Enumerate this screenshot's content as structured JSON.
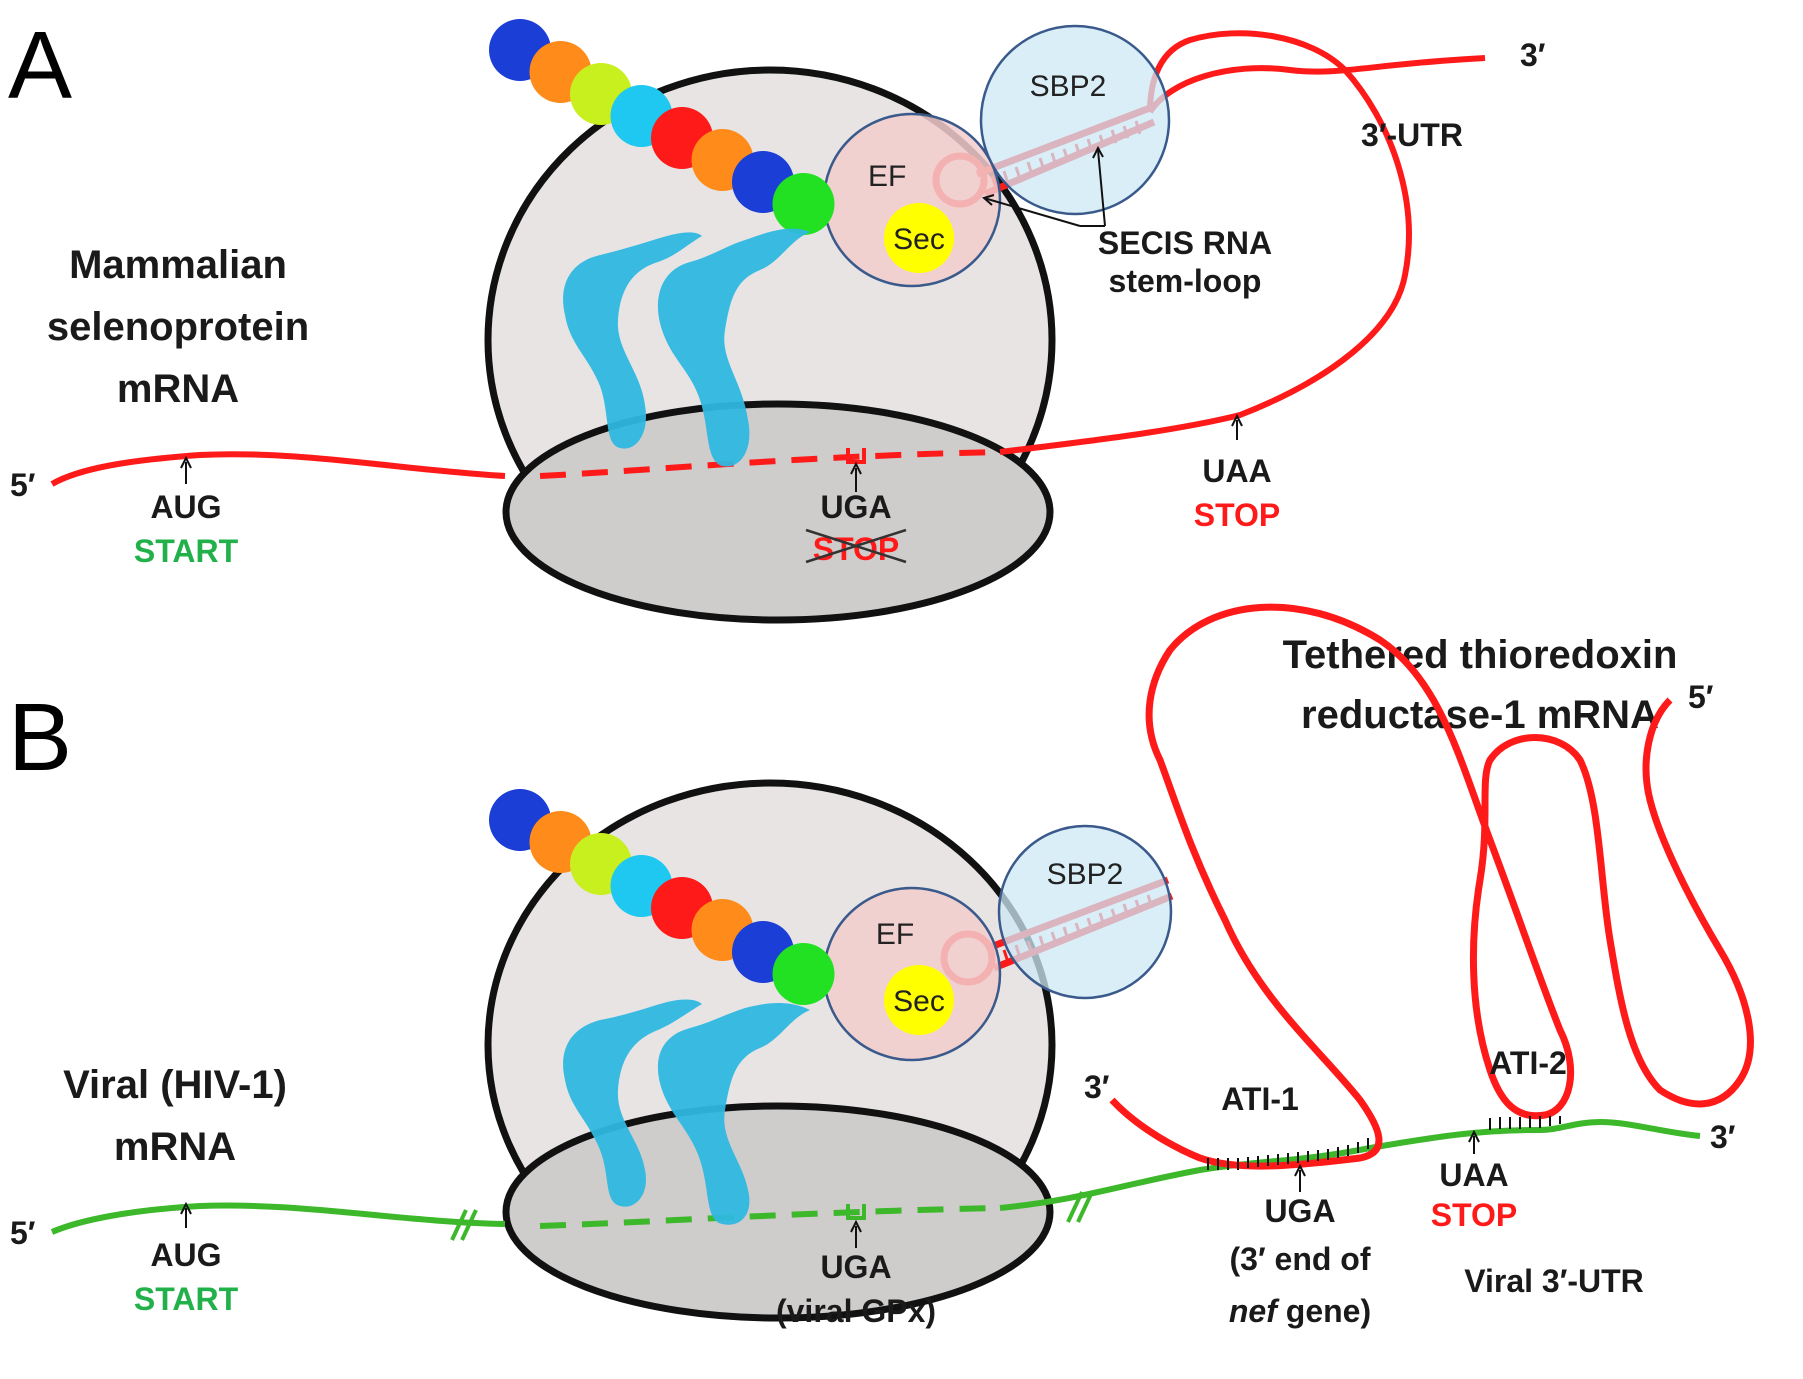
{
  "panel_a": {
    "letter": "A",
    "title_lines": [
      "Mammalian",
      "selenoprotein",
      "mRNA"
    ],
    "five_prime": "5′",
    "three_prime": "3′",
    "start_codon": "AUG",
    "start_label": "START",
    "sec_codon": "UGA",
    "sec_crossed_label": "STOP",
    "stop_codon": "UAA",
    "stop_label": "STOP",
    "utr_label": "3′-UTR",
    "sbp2_label": "SBP2",
    "ef_label": "EF",
    "sec_label": "Sec",
    "secis_lines": [
      "SECIS RNA",
      "stem-loop"
    ]
  },
  "panel_b": {
    "letter": "B",
    "title_lines": [
      "Viral (HIV-1)",
      "mRNA"
    ],
    "tethered_lines": [
      "Tethered thioredoxin",
      "reductase-1 mRNA"
    ],
    "five_prime_left": "5′",
    "three_prime_right": "3′",
    "trx_three_prime": "3′",
    "trx_five_prime": "5′",
    "start_codon": "AUG",
    "start_label": "START",
    "sec_codon": "UGA",
    "sec_note": "(viral GPx)",
    "ati1_label": "ATI-1",
    "ati2_label": "ATI-2",
    "nef_codon": "UGA",
    "nef_note_line1": "(3′ end of",
    "nef_note_italic": "nef",
    "nef_note_rest": " gene)",
    "stop_codon": "UAA",
    "stop_label": "STOP",
    "utr_label": "Viral 3′-UTR",
    "sbp2_label": "SBP2",
    "ef_label": "EF",
    "sec_label": "Sec"
  },
  "colors": {
    "mrna_red": "#ff1a1a",
    "mrna_green": "#3cb82a",
    "start_green": "#22b04a",
    "trna_blue": "#2fb8e0",
    "ribosome_large": "#e8e4e4",
    "ribosome_small": "#cfcccc",
    "sbp2_fill": "#cde8f5",
    "ef_fill": "#f2cccc",
    "sec_fill": "#ffff00",
    "bead_colors": [
      "#1a3ed6",
      "#ff8c1a",
      "#c8f01e",
      "#1ec8f0",
      "#ff1a1a",
      "#ff8c1a",
      "#1a3ed6",
      "#22e022"
    ]
  }
}
